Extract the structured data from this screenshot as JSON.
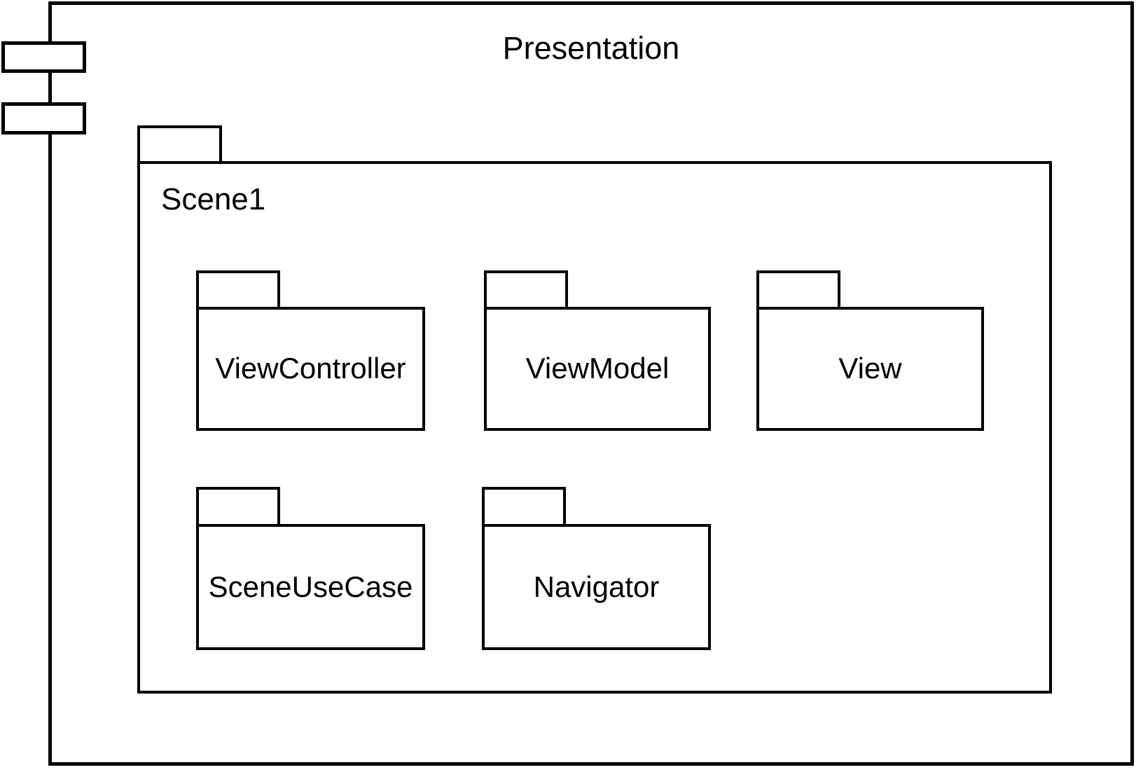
{
  "diagram": {
    "type": "uml-package-diagram",
    "colors": {
      "stroke": "#000000",
      "fill": "#ffffff",
      "text": "#000000"
    },
    "root": {
      "label": "Presentation",
      "kind": "component",
      "icon": "uml-component-icon",
      "children": [
        {
          "label": "Scene1",
          "kind": "package",
          "children": [
            {
              "label": "ViewController",
              "kind": "package"
            },
            {
              "label": "ViewModel",
              "kind": "package"
            },
            {
              "label": "View",
              "kind": "package"
            },
            {
              "label": "SceneUseCase",
              "kind": "package"
            },
            {
              "label": "Navigator",
              "kind": "package"
            }
          ]
        }
      ]
    }
  }
}
